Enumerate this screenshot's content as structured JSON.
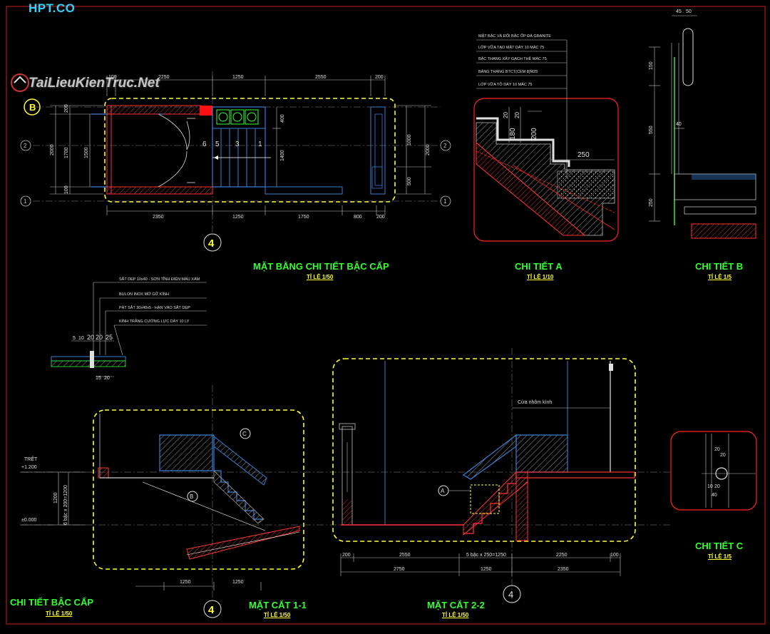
{
  "brand": "HPT.CO",
  "watermark": "TaiLieuKienTruc.Net",
  "titles": {
    "plan": "MẶT BẰNG CHI TIẾT BẬC CẤP",
    "plan_scale": "TỈ LỆ 1/50",
    "detail_a": "CHI TIẾT A",
    "detail_a_scale": "TỈ LỆ 1/10",
    "detail_b": "CHI TIẾT B",
    "detail_b_scale": "TỈ LỆ 1/5",
    "detail_c": "CHI TIẾT C",
    "detail_c_scale": "TỈ LỆ 1/5",
    "stair_detail": "CHI TIẾT BẬC CẤP",
    "stair_detail_scale": "TỈ LỆ 1/50",
    "section_11": "MẶT CẮT 1-1",
    "section_11_scale": "TỈ LỆ 1/50",
    "section_22": "MẶT CẮT 2-2",
    "section_22_scale": "TỈ LỆ 1/50"
  },
  "grid_labels": {
    "b": "B",
    "two": "2",
    "one": "1",
    "four": "4"
  },
  "plan": {
    "top_dims": [
      "100",
      "2250",
      "1250",
      "2550",
      "200"
    ],
    "bottom_dims": [
      "2350",
      "1250",
      "1750",
      "800",
      "200"
    ],
    "left_dims": [
      "200",
      "1700",
      "100",
      "2000",
      "1500"
    ],
    "right_dims": [
      "400",
      "1400",
      "1000",
      "500",
      "2000"
    ],
    "step_numbers": [
      "6",
      "5",
      "3",
      "1"
    ]
  },
  "detail_a": {
    "notes": [
      "MẶT BẬC VÀ ĐỐI BẬC ỐP ĐÁ GRANITE",
      "LỚP VỮA TẠO MẶT DÀY 10 MÁC 75",
      "BẬC THANG XÂY GẠCH THẺ MÁC 75",
      "BẢNG THANG BTCT(CEM 8)M25",
      "LỚP VỮA TÔ DÀY 10 MÁC 75"
    ],
    "dims": [
      "20",
      "20",
      "180",
      "200",
      "250"
    ]
  },
  "detail_b": {
    "dims": [
      "45",
      "50",
      "150",
      "550",
      "40",
      "250"
    ]
  },
  "detail_c": {
    "dims": [
      "20",
      "20",
      "10",
      "20",
      "40"
    ]
  },
  "railing": {
    "notes": [
      "SẮT DẸP 10x40 - SƠN TĨNH ĐIỆN MÀU XÁM",
      "BULON INOX MỞ GỮ KÍNH",
      "PÁT SẮT 30x40x5 - HÀN VÀO SẮT DẸP",
      "KÍNH TRẮNG CƯỜNG LỰC DÀY 10 LY"
    ],
    "dims": [
      "5",
      "10",
      "20",
      "20",
      "25",
      "15",
      "20"
    ]
  },
  "section_11": {
    "levels": [
      "TRỆT",
      "+1.200",
      "±0.000"
    ],
    "vdims": [
      "1200",
      "6 bậc x 200=1200"
    ],
    "hdims": [
      "1250",
      "1250"
    ],
    "callouts": [
      "C",
      "B"
    ]
  },
  "section_22": {
    "label": "Cửa nhôm kính",
    "dims_top": [
      "200",
      "2550",
      "5 bậc x 250=1250",
      "2250",
      "100"
    ],
    "dims_bottom": [
      "2750",
      "1250",
      "2350"
    ],
    "callouts": [
      "A"
    ]
  },
  "colors": {
    "background": "#000000",
    "yellow": "#ffff33",
    "green": "#33ff33",
    "red": "#ff2222",
    "cyan": "#2fd4ff",
    "white": "#e0e0e0",
    "blue": "#3a7fd6"
  }
}
